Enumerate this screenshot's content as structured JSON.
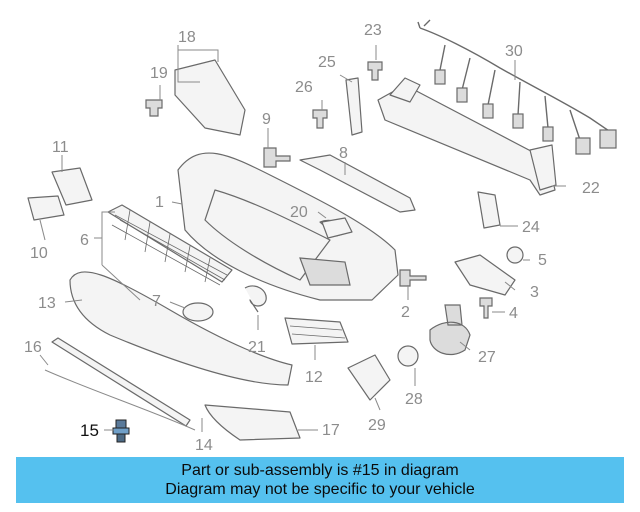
{
  "diagram": {
    "callouts": [
      "1",
      "2",
      "3",
      "4",
      "5",
      "6",
      "7",
      "8",
      "9",
      "10",
      "11",
      "12",
      "13",
      "14",
      "15",
      "16",
      "17",
      "18",
      "19",
      "20",
      "21",
      "22",
      "23",
      "24",
      "25",
      "26",
      "27",
      "28",
      "29",
      "30"
    ],
    "highlighted_part": "15",
    "highlight_color": "#111111",
    "callout_color": "#8c8c8c"
  },
  "banner": {
    "line1": "Part or sub-assembly is #15 in diagram",
    "line2": "Diagram may not be specific to your vehicle",
    "background": "#55c1ef"
  }
}
